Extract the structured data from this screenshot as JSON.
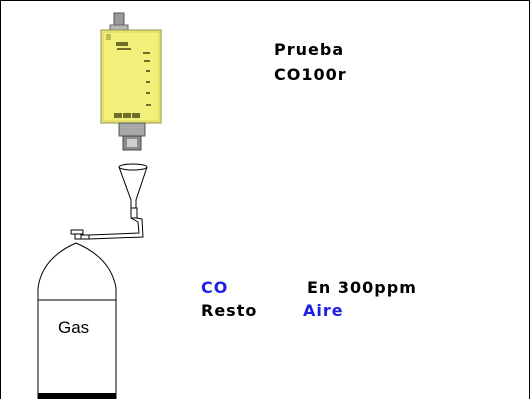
{
  "device": {
    "title_line1": "Prueba",
    "title_line2": "CO100r",
    "body_color": "#F2F07A"
  },
  "mixture": {
    "component_label": "CO",
    "component_value": "En 300ppm",
    "balance_label": "Resto",
    "balance_value": "Aire",
    "highlight_color": "#1E1EE6"
  },
  "cylinder": {
    "label": "Gas"
  }
}
